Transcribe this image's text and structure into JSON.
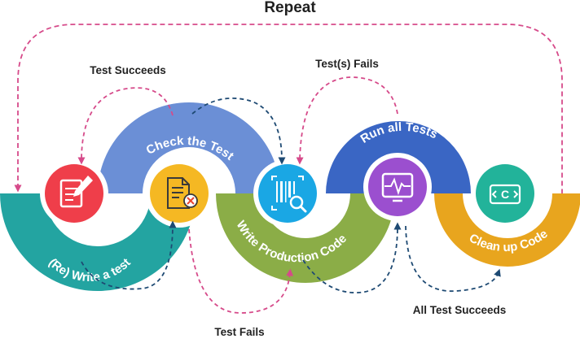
{
  "title": "Repeat",
  "labels": {
    "test_succeeds": "Test Succeeds",
    "tests_fails": "Test(s) Fails",
    "test_fails": "Test Fails",
    "all_test_succeeds": "All Test Succeeds"
  },
  "steps": [
    {
      "text": "(Re) Write a test",
      "color": "#23a4a1",
      "icon": "edit-document-icon",
      "icon_color": "#ef3e4a"
    },
    {
      "text": "Check the Test",
      "color": "#6b8fd6",
      "icon": "document-x-icon",
      "icon_color": "#f5b823"
    },
    {
      "text": "Write Production Code",
      "color": "#8bad47",
      "icon": "barcode-search-icon",
      "icon_color": "#1aa7e4"
    },
    {
      "text": "Run all Tests",
      "color": "#3a66c4",
      "icon": "heartbeat-monitor-icon",
      "icon_color": "#9b4fcf"
    },
    {
      "text": "Clean up Code",
      "color": "#e8a51e",
      "icon": "code-brackets-icon",
      "icon_color": "#22b39a"
    }
  ],
  "colors": {
    "pink_dashed": "#d64a8a",
    "navy_dashed": "#1e4a73"
  }
}
